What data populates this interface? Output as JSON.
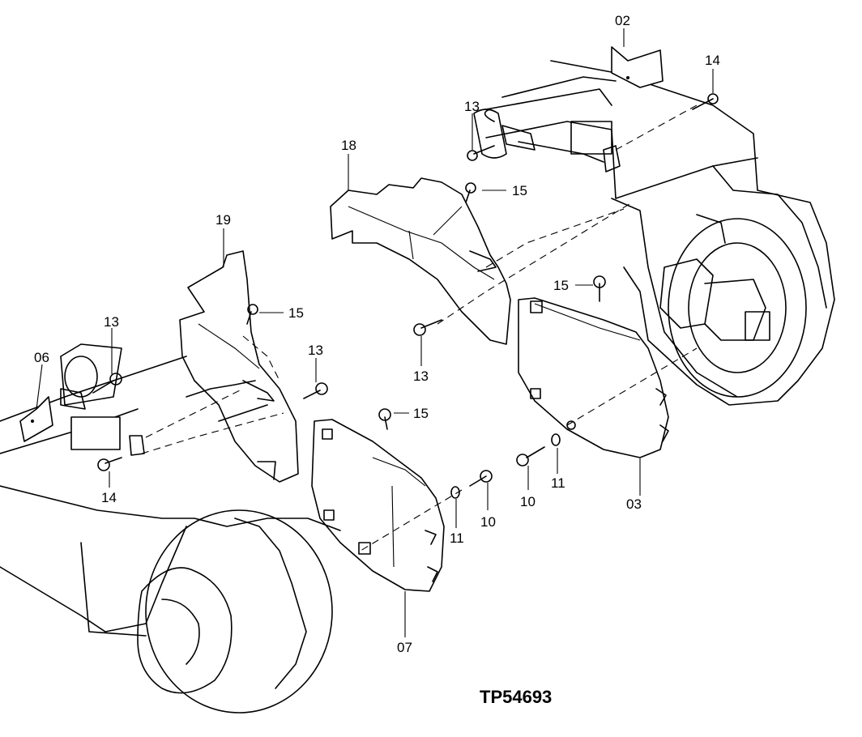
{
  "figure_id": "TP54693",
  "callouts": {
    "p02": "02",
    "p14_top": "14",
    "p13_top": "13",
    "p18": "18",
    "p15_top": "15",
    "p19": "19",
    "p15_left": "15",
    "p15_mid": "15",
    "p13_bracket": "13",
    "p13_left": "13",
    "p06": "06",
    "p13_upright": "13",
    "p15_cover": "15",
    "p14_left": "14",
    "p10_right": "10",
    "p11_right": "11",
    "p03": "03",
    "p11_left": "11",
    "p10_left": "10",
    "p07": "07"
  }
}
